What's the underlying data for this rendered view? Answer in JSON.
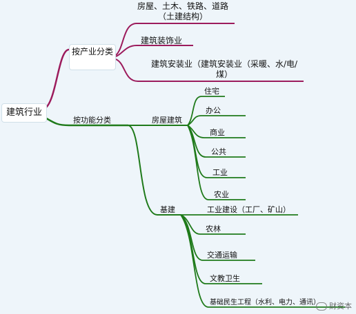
{
  "root": {
    "label": "建筑行业"
  },
  "branches": {
    "industry": {
      "label": "按产业分类",
      "children": [
        {
          "label": "房屋、土木、铁路、道路（土建结构）"
        },
        {
          "label": "建筑装饰业"
        },
        {
          "label": "建筑安装业（建筑安装业（采暖、水/电/煤）"
        }
      ]
    },
    "function": {
      "label": "按功能分类",
      "housing": {
        "label": "房屋建筑",
        "children": [
          {
            "label": "住宅"
          },
          {
            "label": "办公"
          },
          {
            "label": "商业"
          },
          {
            "label": "公共"
          },
          {
            "label": "工业"
          },
          {
            "label": "农业"
          }
        ]
      },
      "infrastructure": {
        "label": "基建",
        "children": [
          {
            "label": "工业建设（工厂、矿山）"
          },
          {
            "label": "农林"
          },
          {
            "label": "交通运输"
          },
          {
            "label": "文教卫生"
          },
          {
            "label": "基础民生工程（水利、电力、通讯）"
          }
        ]
      }
    }
  },
  "watermark": {
    "text": "财资本"
  },
  "colors": {
    "industry_branch": "#9c1b5c",
    "function_branch": "#1f7a1a",
    "background": "#eef5fa"
  }
}
